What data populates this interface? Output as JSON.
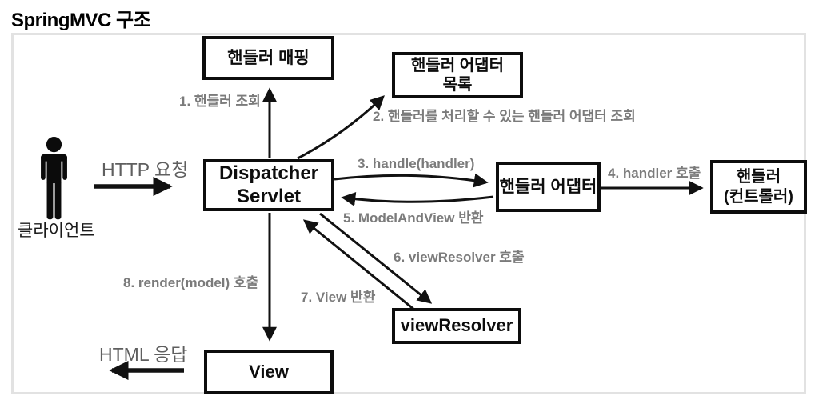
{
  "title": "SpringMVC 구조",
  "client": {
    "label": "클라이언트",
    "request_label": "HTTP 요청",
    "response_label": "HTML 응답"
  },
  "boxes": {
    "handler_mapping": {
      "label": "핸들러 매핑"
    },
    "handler_adapter_list": {
      "line1": "핸들러 어댑터",
      "line2": "목록"
    },
    "dispatcher_servlet": {
      "line1": "Dispatcher",
      "line2": "Servlet"
    },
    "handler_adapter": {
      "label": "핸들러 어댑터"
    },
    "handler_controller": {
      "line1": "핸들러",
      "line2": "(컨트롤러)"
    },
    "view_resolver": {
      "label": "viewResolver"
    },
    "view": {
      "label": "View"
    }
  },
  "steps": [
    "1. 핸들러 조회",
    "2. 핸들러를 처리할 수 있는 핸들러 어댑터 조회",
    "3. handle(handler)",
    "4. handler 호출",
    "5. ModelAndView 반환",
    "6. viewResolver 호출",
    "7. View 반환",
    "8. render(model) 호출"
  ],
  "icons": {
    "client": "person-icon"
  },
  "colors": {
    "title": "#000000",
    "box_border": "#0d0d0d",
    "arrow": "#111111",
    "step_label": "#7b7b7b",
    "side_label": "#5f5f5f",
    "frame_border": "#e2e2e2"
  }
}
